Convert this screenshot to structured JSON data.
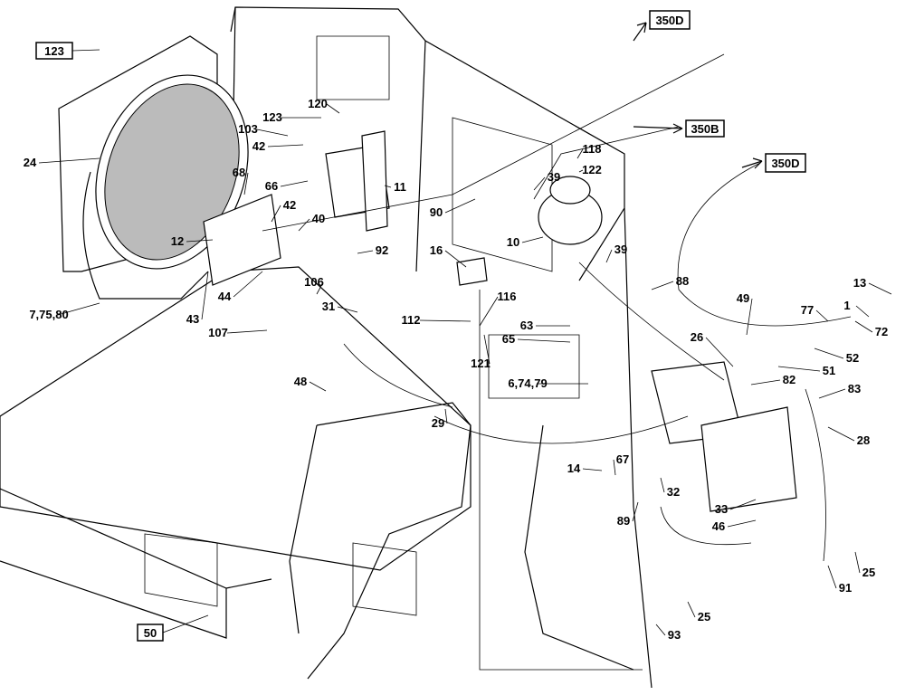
{
  "callouts": [
    {
      "text": "24"
    },
    {
      "text": "120"
    },
    {
      "text": "123"
    },
    {
      "text": "103"
    },
    {
      "text": "42"
    },
    {
      "text": "66"
    },
    {
      "text": "68"
    },
    {
      "text": "11"
    },
    {
      "text": "42"
    },
    {
      "text": "40"
    },
    {
      "text": "12"
    },
    {
      "text": "92"
    },
    {
      "text": "90"
    },
    {
      "text": "39"
    },
    {
      "text": "118"
    },
    {
      "text": "122"
    },
    {
      "text": "10"
    },
    {
      "text": "39"
    },
    {
      "text": "16"
    },
    {
      "text": "88"
    },
    {
      "text": "13"
    },
    {
      "text": "1"
    },
    {
      "text": "77"
    },
    {
      "text": "72"
    },
    {
      "text": "49"
    },
    {
      "text": "52"
    },
    {
      "text": "26"
    },
    {
      "text": "51"
    },
    {
      "text": "82"
    },
    {
      "text": "83"
    },
    {
      "text": "28"
    },
    {
      "text": "7,75,80"
    },
    {
      "text": "43"
    },
    {
      "text": "44"
    },
    {
      "text": "106"
    },
    {
      "text": "31"
    },
    {
      "text": "112"
    },
    {
      "text": "116"
    },
    {
      "text": "63"
    },
    {
      "text": "65"
    },
    {
      "text": "121"
    },
    {
      "text": "6,74,79"
    },
    {
      "text": "107"
    },
    {
      "text": "48"
    },
    {
      "text": "29"
    },
    {
      "text": "14"
    },
    {
      "text": "67"
    },
    {
      "text": "32"
    },
    {
      "text": "33"
    },
    {
      "text": "46"
    },
    {
      "text": "89"
    },
    {
      "text": "25"
    },
    {
      "text": "91"
    },
    {
      "text": "25"
    },
    {
      "text": "93"
    }
  ],
  "references": [
    {
      "text": "123"
    },
    {
      "text": "350D"
    },
    {
      "text": "350B"
    },
    {
      "text": "350D"
    },
    {
      "text": "50"
    }
  ]
}
